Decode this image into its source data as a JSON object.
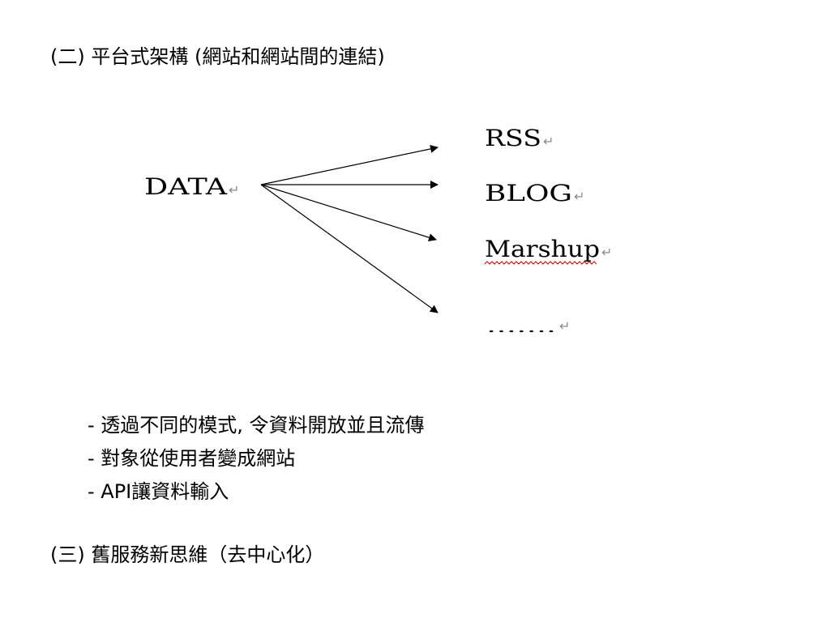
{
  "headings": {
    "top": "(二) 平台式架構 (網站和網站間的連結)",
    "bottom": "(三) 舊服務新思維（去中心化）"
  },
  "diagram": {
    "source": "DATA",
    "targets": [
      "RSS",
      "BLOG",
      "Marshup",
      "……."
    ],
    "paragraph_mark": "↵",
    "colors": {
      "line": "#000000",
      "paragraph_mark": "#8a8a8a",
      "spellcheck": "#d00000"
    }
  },
  "bullets": [
    "- 透過不同的模式, 令資料開放並且流傳",
    "- 對象從使用者變成網站",
    "- API讓資料輸入"
  ]
}
